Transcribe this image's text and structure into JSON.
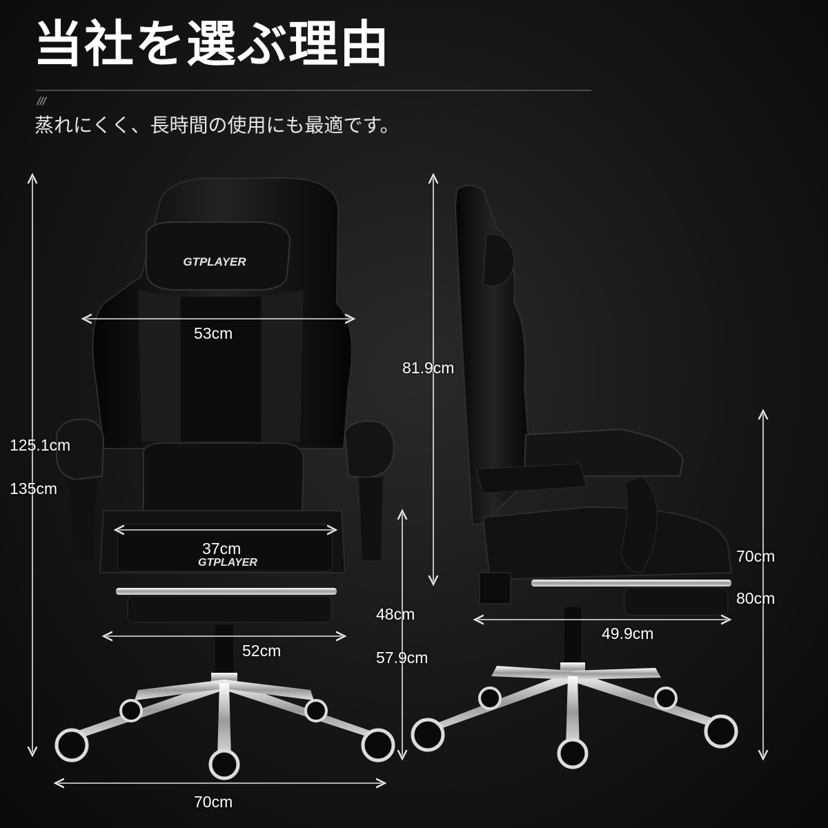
{
  "header": {
    "title": "当社を選ぶ理由",
    "stripes": "///",
    "subtitle": "蒸れにくく、長時間の使用にも最適です。"
  },
  "brand": {
    "logo_text_headrest": "GTPLAYER",
    "logo_text_footrest": "GTPLAYER"
  },
  "dimensions": {
    "backrest_width": "53cm",
    "total_height_min": "125.1cm",
    "total_height_max": "135cm",
    "seat_width": "37cm",
    "seat_depth_width": "52cm",
    "base_width": "70cm",
    "backrest_height": "81.9cm",
    "seat_height_min": "48cm",
    "seat_height_max": "57.9cm",
    "armrest_height_min": "70cm",
    "armrest_height_max": "80cm",
    "side_depth": "49.9cm"
  },
  "colors": {
    "background": "#161616",
    "chair_body": "#0e0e0e",
    "chair_panel": "#1d1d1d",
    "chrome": "#d8d8d8",
    "dimension_line": "#e8e8e8"
  }
}
